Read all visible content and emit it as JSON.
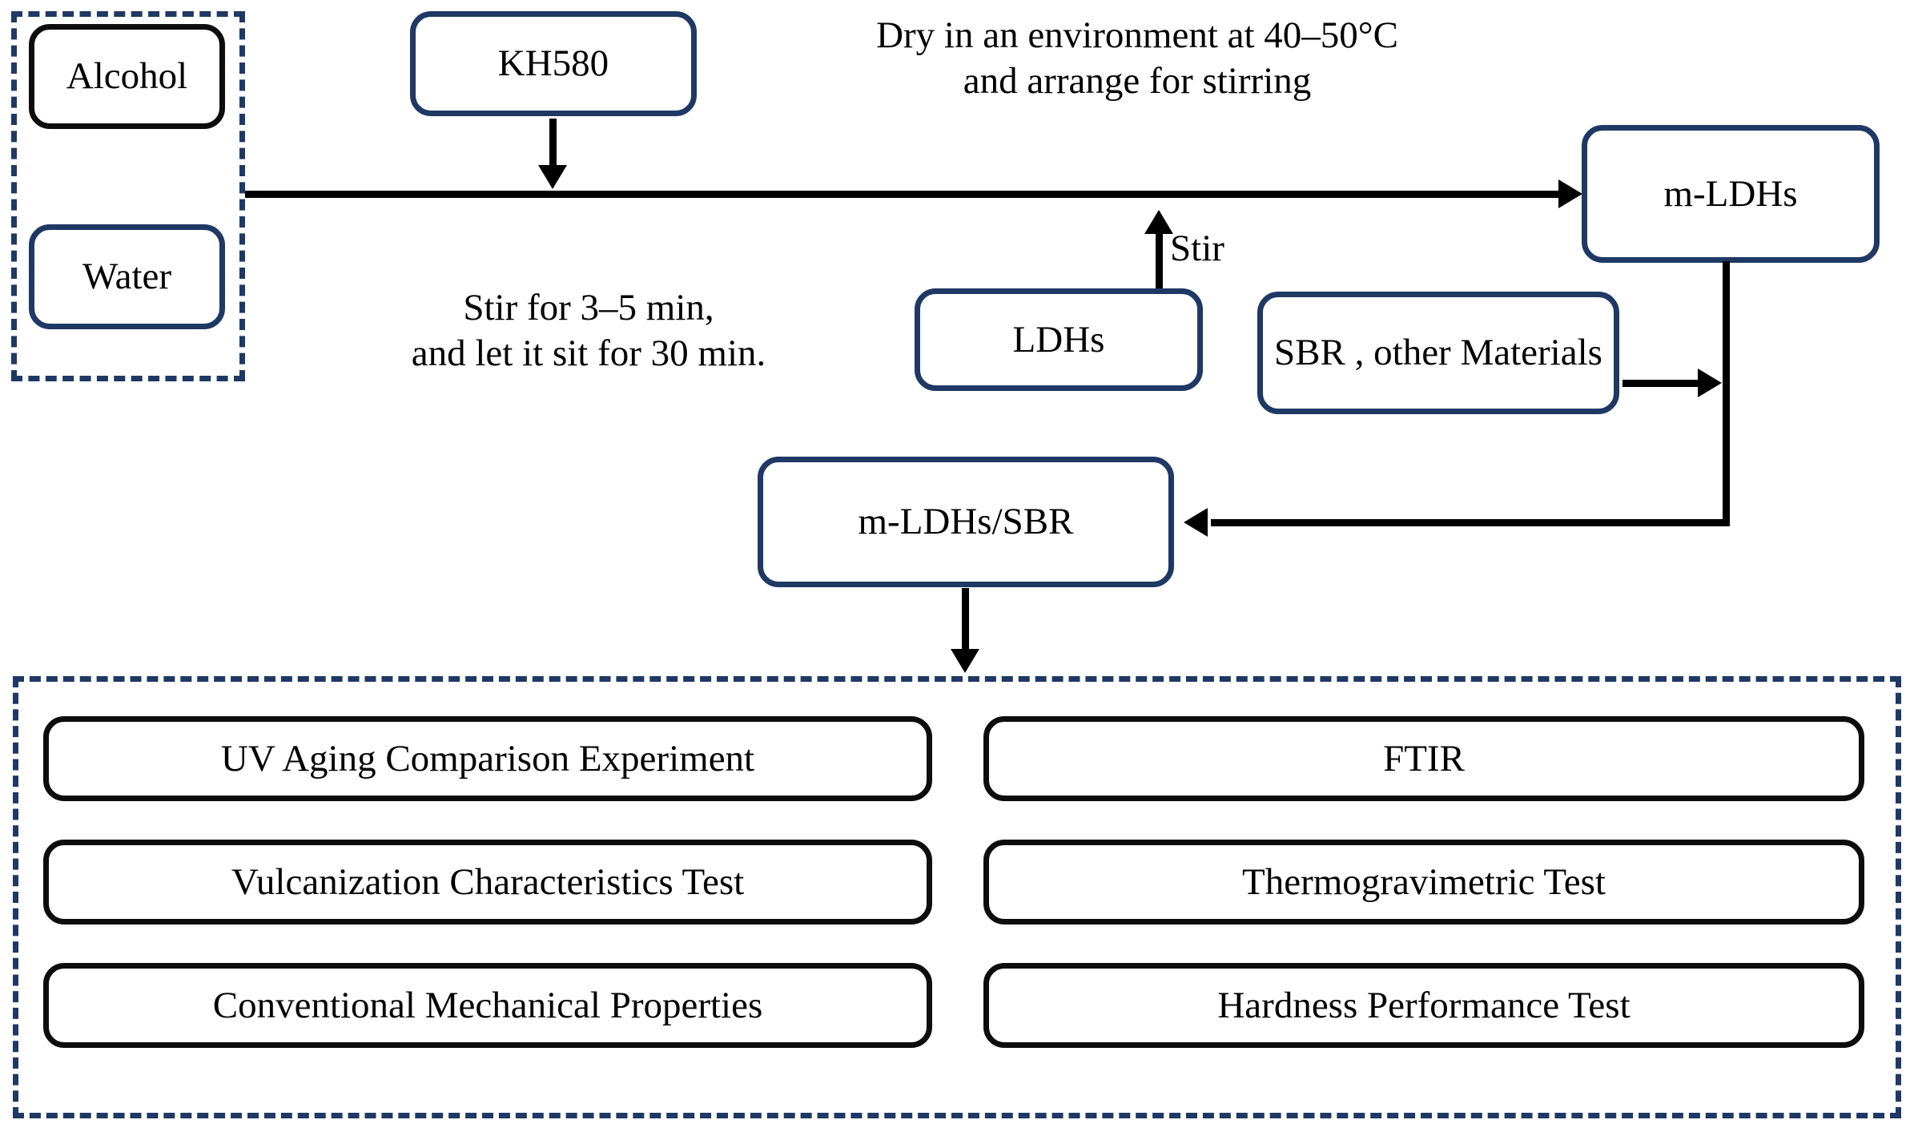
{
  "diagram": {
    "title": "m-LDHs/SBR preparation and testing flowchart",
    "colors": {
      "navy": "#1f3864",
      "black": "#0d0d0d",
      "background": "#ffffff"
    }
  },
  "groups": {
    "raw_materials": {
      "name": "raw-materials-group"
    },
    "tests": {
      "name": "tests-group"
    }
  },
  "nodes": {
    "alcohol": "Alcohol",
    "water": "Water",
    "kh580": "KH580",
    "ldhs": "LDHs",
    "m_ldhs": "m-LDHs",
    "sbr_other": "SBR , other\nMaterials",
    "m_ldhs_sbr": "m-LDHs/SBR"
  },
  "labels": {
    "dry": "Dry in an environment at 40–50°C\nand arrange for stirring",
    "stir_sit": "Stir for 3–5 min,\nand let it sit for 30 min.",
    "stir": "Stir"
  },
  "tests": {
    "left_column": [
      "UV Aging Comparison Experiment",
      "Vulcanization Characteristics Test",
      "Conventional Mechanical Properties"
    ],
    "right_column": [
      "FTIR",
      "Thermogravimetric Test",
      "Hardness Performance Test"
    ]
  },
  "connectors": {
    "kh580_to_main": "arrow-down",
    "main_to_mldhs": "arrow-right",
    "ldhs_to_main": "arrow-up",
    "sbr_to_riser": "arrow-right",
    "riser_to_mldhs_sbr": "arrow-left",
    "mldhs_sbr_to_tests": "arrow-down"
  }
}
